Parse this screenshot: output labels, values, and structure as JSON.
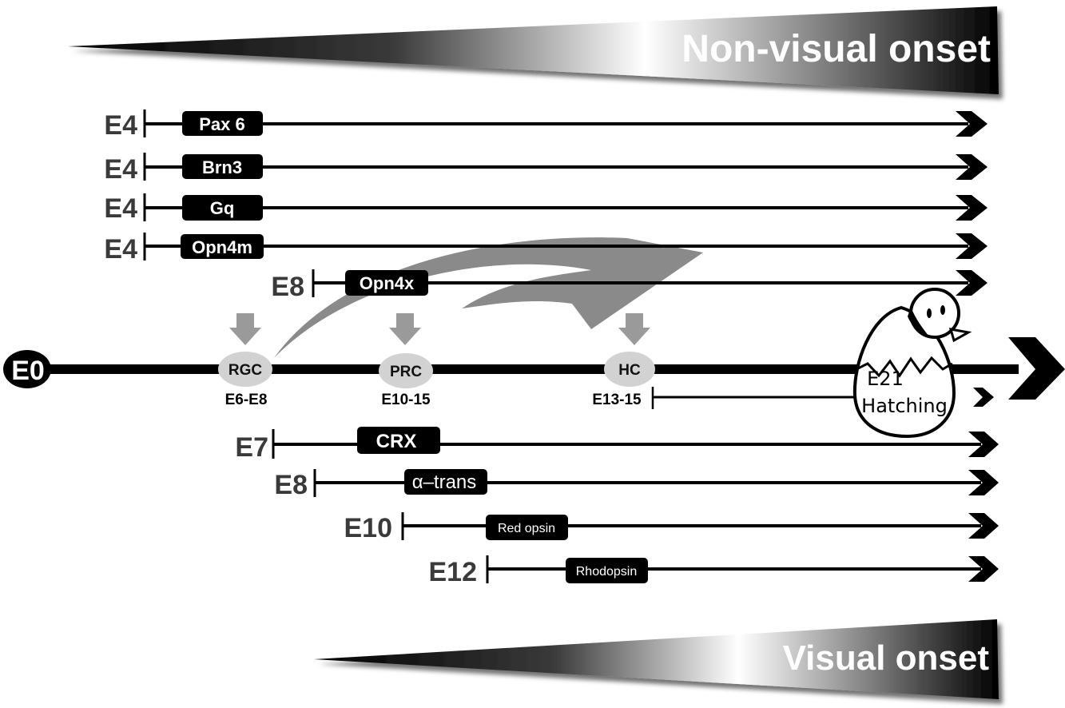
{
  "header": {
    "non_visual_label": "Non-visual onset"
  },
  "footer": {
    "visual_label": "Visual onset"
  },
  "timeline": {
    "start_label": "E0",
    "hatching": {
      "day": "E21",
      "label": "Hatching"
    }
  },
  "non_visual_genes": [
    {
      "stage": "E4",
      "gene": "Pax 6"
    },
    {
      "stage": "E4",
      "gene": "Brn3"
    },
    {
      "stage": "E4",
      "gene": "Gq"
    },
    {
      "stage": "E4",
      "gene": "Opn4m"
    },
    {
      "stage": "E8",
      "gene": "Opn4x"
    }
  ],
  "cells": [
    {
      "name": "RGC",
      "range": "E6-E8"
    },
    {
      "name": "PRC",
      "range": "E10-15"
    },
    {
      "name": "HC",
      "range": "E13-15"
    }
  ],
  "visual_genes": [
    {
      "stage": "E7",
      "gene": "CRX"
    },
    {
      "stage": "E8",
      "gene": "α–trans"
    },
    {
      "stage": "E10",
      "gene": "Red opsin"
    },
    {
      "stage": "E12",
      "gene": "Rhodopsin"
    }
  ]
}
